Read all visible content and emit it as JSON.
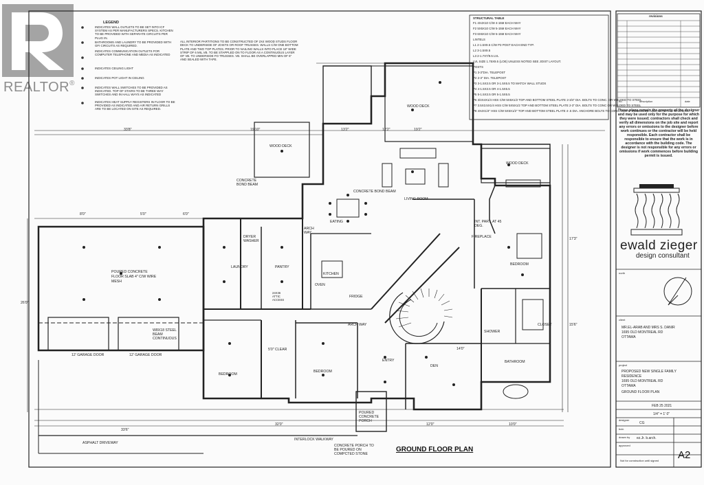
{
  "watermark": {
    "brand": "REALTOR",
    "registered": "®"
  },
  "legend": {
    "heading": "LEGEND",
    "items": [
      "INDICATES WALL OUTLETS TO BE SET INTO ICF SYSTEM AS PER MANUFACTURERS SPECS. KITCHEN TO BE PROVIDED WITH SEPARATE CIRCUITS PER PLUG IN.",
      "BATHROOMS AND LAUNDRY TO BE PROVIDED WITH GFI CIRCUITS AS REQUIRED.",
      "INDICATES COMMUNICATION OUTLETS FOR COMPUTER TELEPHONE AND MEDIA AS INDICATED",
      "INDICATES CEILING LIGHT",
      "INDICATES POT LIGHT IN CEILING",
      "INDICATES WALL SWITCHES TO BE PROVIDED AS INDICATED. TOP OF STAIRS TO BE THREE WAY SWITCHES AND IN HALL WAYS AS INDICATED",
      "INDICATES HEAT SUPPLY REGISTERS IN FLOOR TO BE PROVIDED AS INDICATED AND AIR RETURN GRILLS ARE TO BE LOCATED ON SITE AS REQUIRED."
    ]
  },
  "notes": "ALL INTERIOR PARTITIONS TO BE CONSTRUCTED OF 2X4 WOOD STUDS FLOOR DECK TO UNDERSIDE OF JOISTS OR ROOF TRUSSES. WALLS C/W ONE BOTTOM PLATE AND TWO TOP PLATES. PRIOR TO NAILING WALLS INTO PLACE 18\" WIDE STRIP OF 6 MIL.VB. TO BE STAPPLED ON TO FLOOR AS A CONTINUOUS LAYER OF VB. TO UNDERSIDE FO TRUSSES. VB. SHALL BE OVERLAPPED MIN OF 6\" AND SEALED WITH TAPE.",
  "structural": {
    "heading": "STRUCTURAL TABLE",
    "lines": [
      "F1 4X4X10 C/W 4-15M EACH WAY",
      "F2 5X5X10 C/W 5-15M EACH WAY",
      "F3 6X6X10 C/W 6-15M EACH WAY",
      "LINTELS",
      "L1 2-1.5X9.5 C/W P3 POST EACH END TYP.",
      "L2 3-1.5X9.5",
      "L3 2-1.7X7/9.5 LVL",
      "LVL SIZE 1.75X9.5 (LOE) UNLESS NOTED SEE JOIST LAYOUT.",
      "POSTS",
      "P1 3-3\"DIA. TELEPOST",
      "P2 2-3\" DIA. TELEPOST",
      "P3 3-1.5X3.5 OR 3-1.5X5.5 TO MATCH WALL STUDS",
      "P4 4-1.5X3.5 OR 4-1.5X5.5",
      "P5 5-1.5X3.5 OR 5-1.5X5.5",
      "P6 3/4X4X1/4 HSS C/W 5X5X1/2 TOP AND BOTTOM STEEL PLATE 2-3/4\" DIA. BOLTS TO CONC. OR WELDED TO STEEL",
      "P7 3.5X3.5X1/4 HSS C/W 5X5X1/2 TOP AND BOTTOM STEEL PLATE 2-3\" DIA. BOLTS TO CONC OR WELDED TO STEEL",
      "P8 4X4X1/4\" HSS C/W 5X5X1/2\" TOP AND BOTTOM STEEL PLATE 4-.5 DIA. ANCHORE BOLTS TO CONC. MIN. 6\" EMBEDDED. USE NUTS AND WASHERS."
    ]
  },
  "revisions": {
    "heading": "revisions",
    "cols": [
      "no.",
      "description",
      "date"
    ]
  },
  "disclaimer": "These plans remain the property of the designer and may be used only for the purpose for which they were issued; contractors shall check and verify all dimensions on the job site and report any errors or omissions to the designer before work continues or the contractor will be held responsible. Each contractor shall be responsible to ensure that the work is in accordance with the building code. The designer is not responsible for any errors or omissions if work commences before building permit is issued.",
  "firm": {
    "name": "ewald zieger",
    "subtitle": "design consultant"
  },
  "title_block": {
    "north_label": "north",
    "client_label": "client",
    "client": [
      "MR.EL-ARAB AND MRS S. DANIR",
      "1695 OLD MONTREAL RD",
      "OTTAWA"
    ],
    "project_label": "project",
    "project": [
      "PROPOSED NEW SINGLE FAMILY",
      "RESIDENCE",
      "1695 OLD MONTREAL RD",
      "OTTAWA",
      "GROUND FLOOR PLAN"
    ],
    "date": "FEB 25 2021",
    "scale": "1/4\" = 1' 0\"",
    "designer_label": "designer",
    "designer": "CG",
    "bcin_label": "bcin",
    "drawn_by_label": "drawn by",
    "drawn_by": "ez.Jr. b.arch.",
    "approval_label": "approved",
    "sheet_no": "A2",
    "footer": "Not for construction until signed"
  },
  "plan": {
    "title": "GROUND FLOOR PLAN",
    "rooms": {
      "wood_deck_upper": "WOOD DECK",
      "wood_deck_mid": "WOOD DECK",
      "wood_deck_right": "WOOD DECK",
      "living_room": "LIVING ROOM",
      "eating": "EATING",
      "kitchen": "KITCHEN",
      "laundry": "LAUNDRY",
      "pantry": "PANTRY",
      "bedroom_right": "BEDROOM",
      "bedroom_left": "BEDROOM",
      "bedroom_mid": "BEDROOM",
      "den": "DEN",
      "entry": "ENTRY",
      "bathroom": "BATHROOM",
      "closet": "CLOSET",
      "shower": "SHOWER",
      "fireplace": "FIREPLACE",
      "garage": "POURED CONCRETE FLOOR SLAB 4\" C/W WIRE MESH",
      "garage_door_1": "12' GARAGE DOOR",
      "garage_door_2": "12' GARAGE DOOR",
      "steel_beam": "W8X18 STEEL BEAM CONTINUOUS",
      "asphalt": "ASPHALT DRIVEWAY",
      "walkway": "INTERLOCK WALKWAY",
      "porch": "CONCRETE PORCH TO BE POURED ON COMPCTED STONE",
      "poured_porch": "POURED CONCRETE PORCH",
      "concrete_bond_beam_1": "CONCRETE BOND BEAM",
      "concrete_bond_beam_2": "CONCRETE BOND BEAM",
      "dryer_washer": "DRYER WASHER",
      "arch_way_1": "ARCH WAY",
      "arch_way_2": "ARCH WAY",
      "oven": "OVEN",
      "fridge": "FRIDGE",
      "int_part": "INT. PART. AT 45 DEG.",
      "attic": "24X36 ATTIC ACCESS",
      "clear": "5'0\" CLEAR"
    },
    "dims": [
      "33'8\"",
      "19'10\"",
      "13'2\"",
      "12'2\"",
      "19'2\"",
      "32'0\"",
      "33'6\"",
      "26'0\"",
      "17'3\"",
      "15'6\"",
      "12'0\"",
      "14'0\"",
      "10'0\"",
      "5'0\"",
      "8'0\"",
      "6'0\""
    ]
  }
}
